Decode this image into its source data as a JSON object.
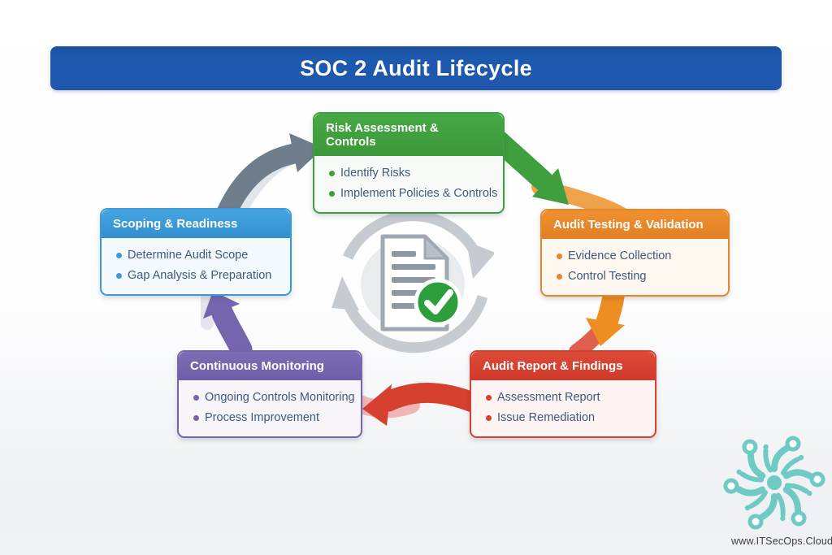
{
  "page": {
    "title": "SOC 2 Audit Lifecycle",
    "title_bar_color": "#2057ae"
  },
  "stages": [
    {
      "name": "Risk Assessment & Controls",
      "color": "#3f9e3e",
      "items": [
        "Identify Risks",
        "Implement Policies & Controls"
      ]
    },
    {
      "name": "Audit Testing & Validation",
      "color": "#e8862a",
      "items": [
        "Evidence Collection",
        "Control Testing"
      ]
    },
    {
      "name": "Audit Report & Findings",
      "color": "#d6402f",
      "items": [
        "Assessment Report",
        "Issue Remediation"
      ]
    },
    {
      "name": "Continuous Monitoring",
      "color": "#7565ae",
      "items": [
        "Ongoing Controls Monitoring",
        "Process Improvement"
      ]
    },
    {
      "name": "Scoping & Readiness",
      "color": "#3a9ad8",
      "items": [
        "Determine Audit Scope",
        "Gap Analysis & Preparation"
      ]
    }
  ],
  "center": {
    "icon": "document-check-refresh-icon",
    "check_color": "#2d9e3c",
    "ring_color": "#c6cbd1"
  },
  "arrow_colors": {
    "gray": "#6f7d8c",
    "green": "#3f9e3e",
    "orange": "#ee8d22",
    "red": "#d6402f",
    "purple": "#7565ae"
  },
  "branding": {
    "website": "www.ITSecOps.Cloud",
    "logo": "circuit-pinwheel-logo",
    "logo_color": "#6ecac3"
  }
}
